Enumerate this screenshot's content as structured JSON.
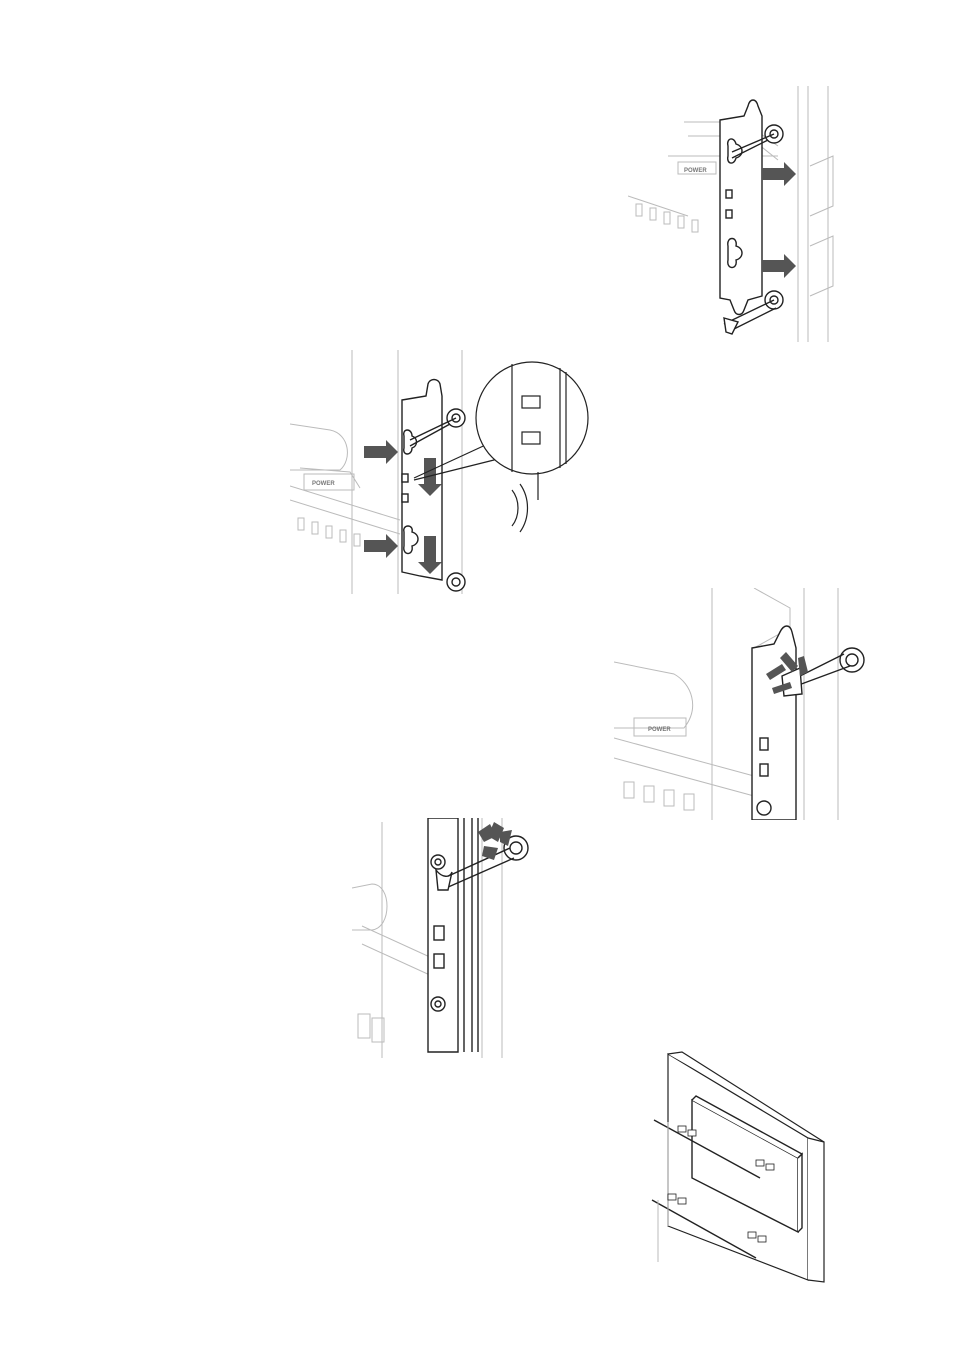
{
  "page": {
    "background": "#ffffff",
    "line_color": "#222222",
    "ghost_color": "#bbbbbb",
    "arrow_fill": "#555555"
  },
  "labels": {
    "power": "POWER"
  },
  "figures": [
    {
      "id": "step-bracket-attach",
      "icons": [
        "bracket-icon",
        "thumbscrew-icon",
        "arrow-icon"
      ]
    },
    {
      "id": "step-slot-check",
      "icons": [
        "bracket-icon",
        "magnifier-callout-icon",
        "sound-waves-icon"
      ]
    },
    {
      "id": "step-tighten-top",
      "icons": [
        "thumbscrew-icon",
        "rotate-arrows-icon"
      ]
    },
    {
      "id": "step-tighten-detail",
      "icons": [
        "thumbscrew-icon",
        "rotate-arrows-icon"
      ]
    },
    {
      "id": "step-wall-overview",
      "icons": [
        "wall-panel-icon",
        "rail-icon"
      ]
    }
  ]
}
